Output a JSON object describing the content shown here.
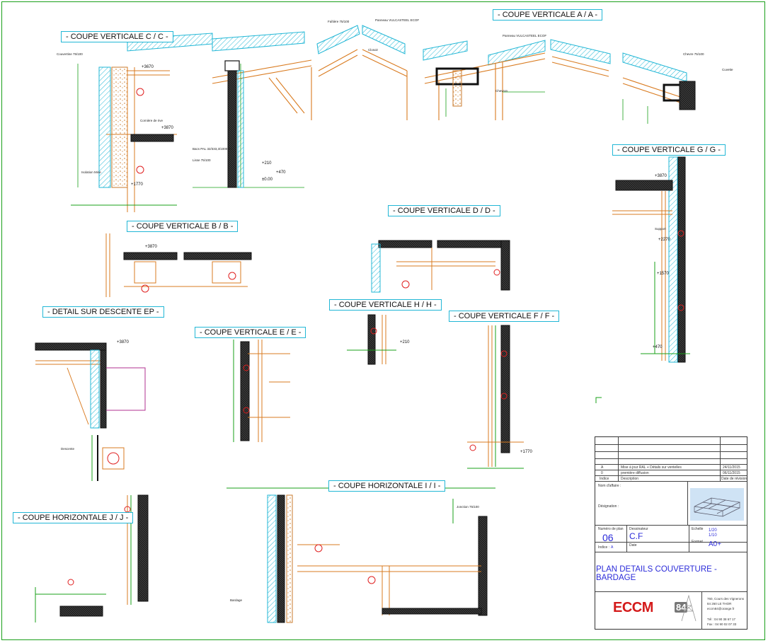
{
  "sheet": {
    "section_titles": {
      "aa": "- COUPE VERTICALE A / A -",
      "cc": "- COUPE VERTICALE C / C -",
      "gg": "- COUPE VERTICALE G / G -",
      "bb": "- COUPE VERTICALE B / B -",
      "dd": "- COUPE VERTICALE D / D -",
      "ep": "- DETAIL SUR DESCENTE EP -",
      "ee": "- COUPE VERTICALE E / E -",
      "hh": "- COUPE VERTICALE H / H -",
      "ff": "- COUPE VERTICALE F / F -",
      "jj": "- COUPE HORIZONTALE J / J -",
      "ii": "- COUPE HORIZONTALE I / I -"
    },
    "levels": {
      "cc_top": "+3670",
      "cc_mid": "+3870",
      "cc_low": "+1770",
      "b_left": "+3870",
      "h_level": "+210",
      "f_level": "+1770",
      "g_top": "+3870",
      "g_mid": "+2270",
      "g_low": "+1570",
      "g_base": "+470",
      "ep_level": "+3870",
      "ref_zero": "±0.00",
      "ref_470": "+470",
      "ref_210": "+210"
    },
    "labels": {
      "couvertine": "Couvertine 75/100",
      "panneau": "Panneau VULCASTEEL ECOF",
      "isolation": "Isolation Mine",
      "bac": "Bacs PAL 32/333,3/1000 BV",
      "lisse": "Lisse 75/100",
      "chevron": "Chevron",
      "faitiere": "Faîtière 75/100",
      "closoir": "Closoir",
      "support": "Support",
      "jonction": "Jonction 75/100",
      "cornier": "Cornière de rive",
      "chevre": "Chevre 75/100",
      "cuvette": "Cuvette",
      "descente": "Descente",
      "bardage": "Bardage"
    },
    "cartouche": {
      "rev_a_index": "A",
      "rev_a_desc": "Mise à jour RAL + Détails sur ventelles",
      "rev_a_date": "24/11/2015",
      "rev_0_index": "0",
      "rev_0_desc": "première diffusion",
      "rev_0_date": "06/11/2015",
      "col_indice": "Indice",
      "col_description": "Description",
      "col_date": "Date de révision",
      "nom_affaire": "Nom d'affaire :",
      "designation": "Désignation :",
      "numero_label": "Numéro de plan",
      "numero": "06",
      "dessinateur_label": "Dessinateur",
      "dessinateur": "C.F",
      "echelle_label": "Echelle",
      "echelle_1": "1/20",
      "echelle_2": "1/10",
      "date_label": "Date",
      "format_label": "Format",
      "format": "A0+",
      "indice_label": "Indice :",
      "indice": "A",
      "plan_title": "PLAN DETAILS COUVERTURE - BARDAGE",
      "logo": "ECCM",
      "logo_num": "84",
      "addr1": "760, Cours des Vignerons",
      "addr2": "84 260 LE THOR",
      "addr3": "eccm84@orange.fr",
      "tel": "Tél : 04 90 38 67 17",
      "fax": "Fax : 04 90 02 07 33"
    }
  }
}
